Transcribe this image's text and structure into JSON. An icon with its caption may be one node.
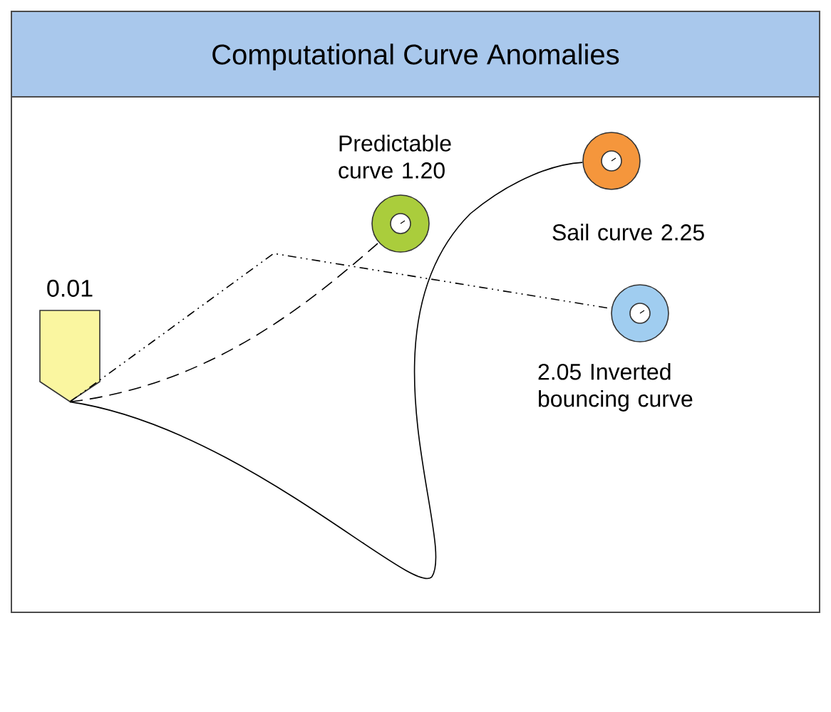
{
  "diagram": {
    "title": "Computational Curve Anomalies",
    "nodes": [
      {
        "text": [
          "0.01"
        ]
      },
      {
        "text": [],
        "shape": "circle",
        "beside": [
          "Predictable curve 1.20"
        ]
      },
      {
        "text": [],
        "shape": "circle",
        "beside": [
          "Sail curve 2.25"
        ]
      },
      {
        "text": [],
        "shape": "circle",
        "beside": [
          "2.05 Inverted bouncing curve"
        ]
      }
    ],
    "edges": [
      {
        "from": 0,
        "to": 1,
        "arrow": "none",
        "style": "dashed"
      },
      {
        "from": 0,
        "to": 2,
        "arrow": "none"
      },
      {
        "from": 0,
        "to": 3,
        "arrow": "none",
        "style": "dashed"
      }
    ]
  }
}
